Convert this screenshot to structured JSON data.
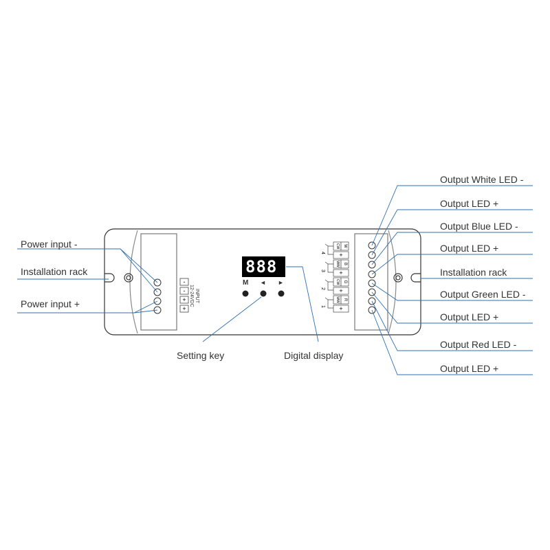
{
  "left_labels": [
    {
      "text": "Power input -",
      "target": "power-minus"
    },
    {
      "text": "Installation rack",
      "target": "rack-left"
    },
    {
      "text": "Power input +",
      "target": "power-plus"
    }
  ],
  "right_labels": [
    {
      "text": "Output White LED -"
    },
    {
      "text": "Output LED +"
    },
    {
      "text": "Output Blue LED -"
    },
    {
      "text": "Output LED +"
    },
    {
      "text": "Installation rack"
    },
    {
      "text": "Output Green LED -"
    },
    {
      "text": "Output LED +"
    },
    {
      "text": "Output Red LED -"
    },
    {
      "text": "Output LED +"
    }
  ],
  "bottom_labels": {
    "setting_key": "Setting key",
    "digital_display": "Digital display"
  },
  "display": {
    "value": "888"
  },
  "keys": {
    "m": "M",
    "left": "◄",
    "right": "►"
  },
  "input_terminal": {
    "signs": [
      "-",
      "-",
      "+",
      "+"
    ],
    "title": "INPUT",
    "voltage": "12-24VDC"
  },
  "channels": [
    {
      "num": "4",
      "color": "W",
      "type": "CW"
    },
    {
      "num": "3",
      "color": "B",
      "type": "WW"
    },
    {
      "num": "2",
      "color": "G",
      "type": "CW"
    },
    {
      "num": "1",
      "color": "R",
      "type": "WW"
    }
  ],
  "plus_sign": "+",
  "colors": {
    "line": "#2f6fb0",
    "stroke": "#333333"
  }
}
